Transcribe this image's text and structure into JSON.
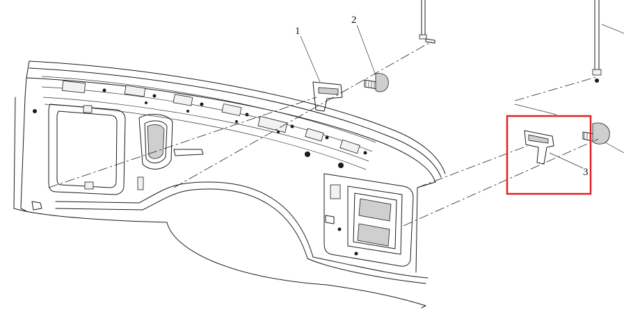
{
  "callouts": [
    {
      "label": "1"
    },
    {
      "label": "2"
    },
    {
      "label": "3"
    }
  ],
  "colors": {
    "line": "#1a1a1a",
    "highlight": "#e02020",
    "background": "#ffffff"
  },
  "highlight_target": "3"
}
